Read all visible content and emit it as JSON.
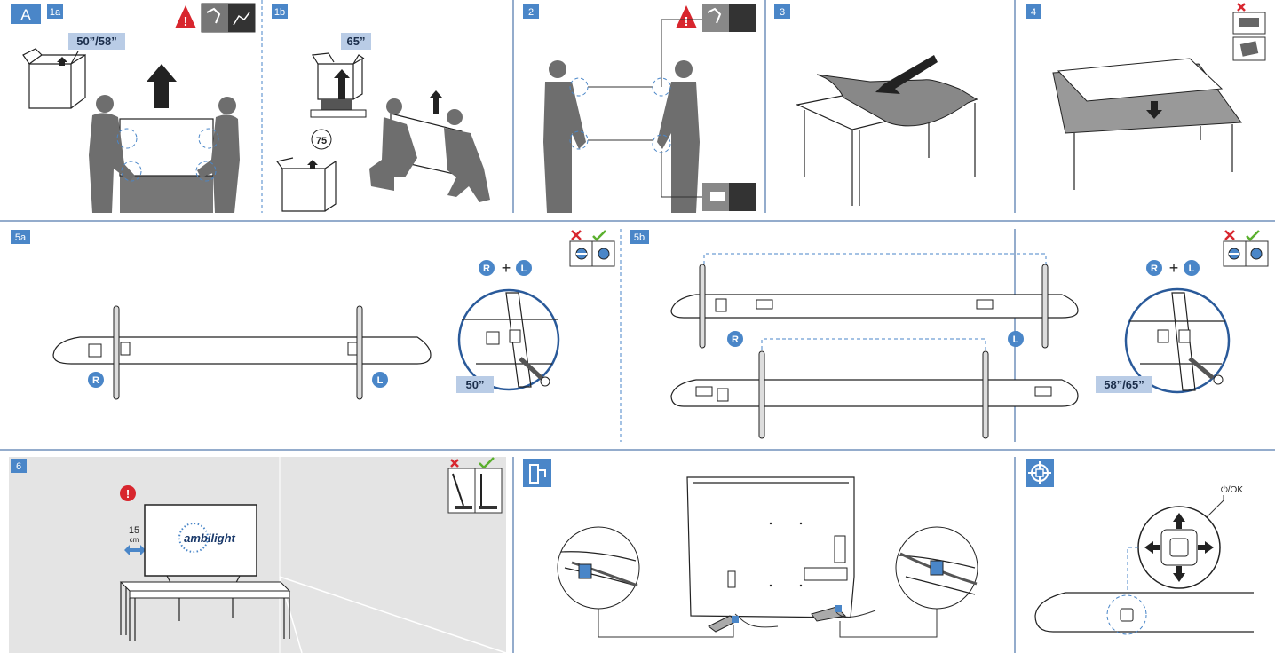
{
  "title": "A",
  "panels": {
    "p1a": {
      "badge": "1a",
      "size": "50”/58”"
    },
    "p1b": {
      "badge": "1b",
      "size": "65”",
      "box_mark": "75"
    },
    "p2": {
      "badge": "2"
    },
    "p3": {
      "badge": "3"
    },
    "p4": {
      "badge": "4"
    },
    "p5a": {
      "badge": "5a",
      "left": "R",
      "right": "L",
      "plus": "+",
      "size": "50”"
    },
    "p5b": {
      "badge": "5b",
      "left": "R",
      "right": "L",
      "plus": "+",
      "size": "58”/65”"
    },
    "p6": {
      "badge": "6",
      "distance": "15",
      "unit": "cm",
      "logo": "ambilight"
    },
    "p8": {
      "button_label": "⏻/OK"
    }
  },
  "icons": {
    "warning": "warning-icon",
    "wrong": "cross-icon",
    "right": "check-icon",
    "cable_clip": "cable-clip-icon",
    "joystick": "joystick-icon"
  },
  "colors": {
    "accent": "#4a86c8",
    "divider": "#2a5a9a",
    "warning": "#d8262e",
    "ok": "#5bb02e"
  }
}
